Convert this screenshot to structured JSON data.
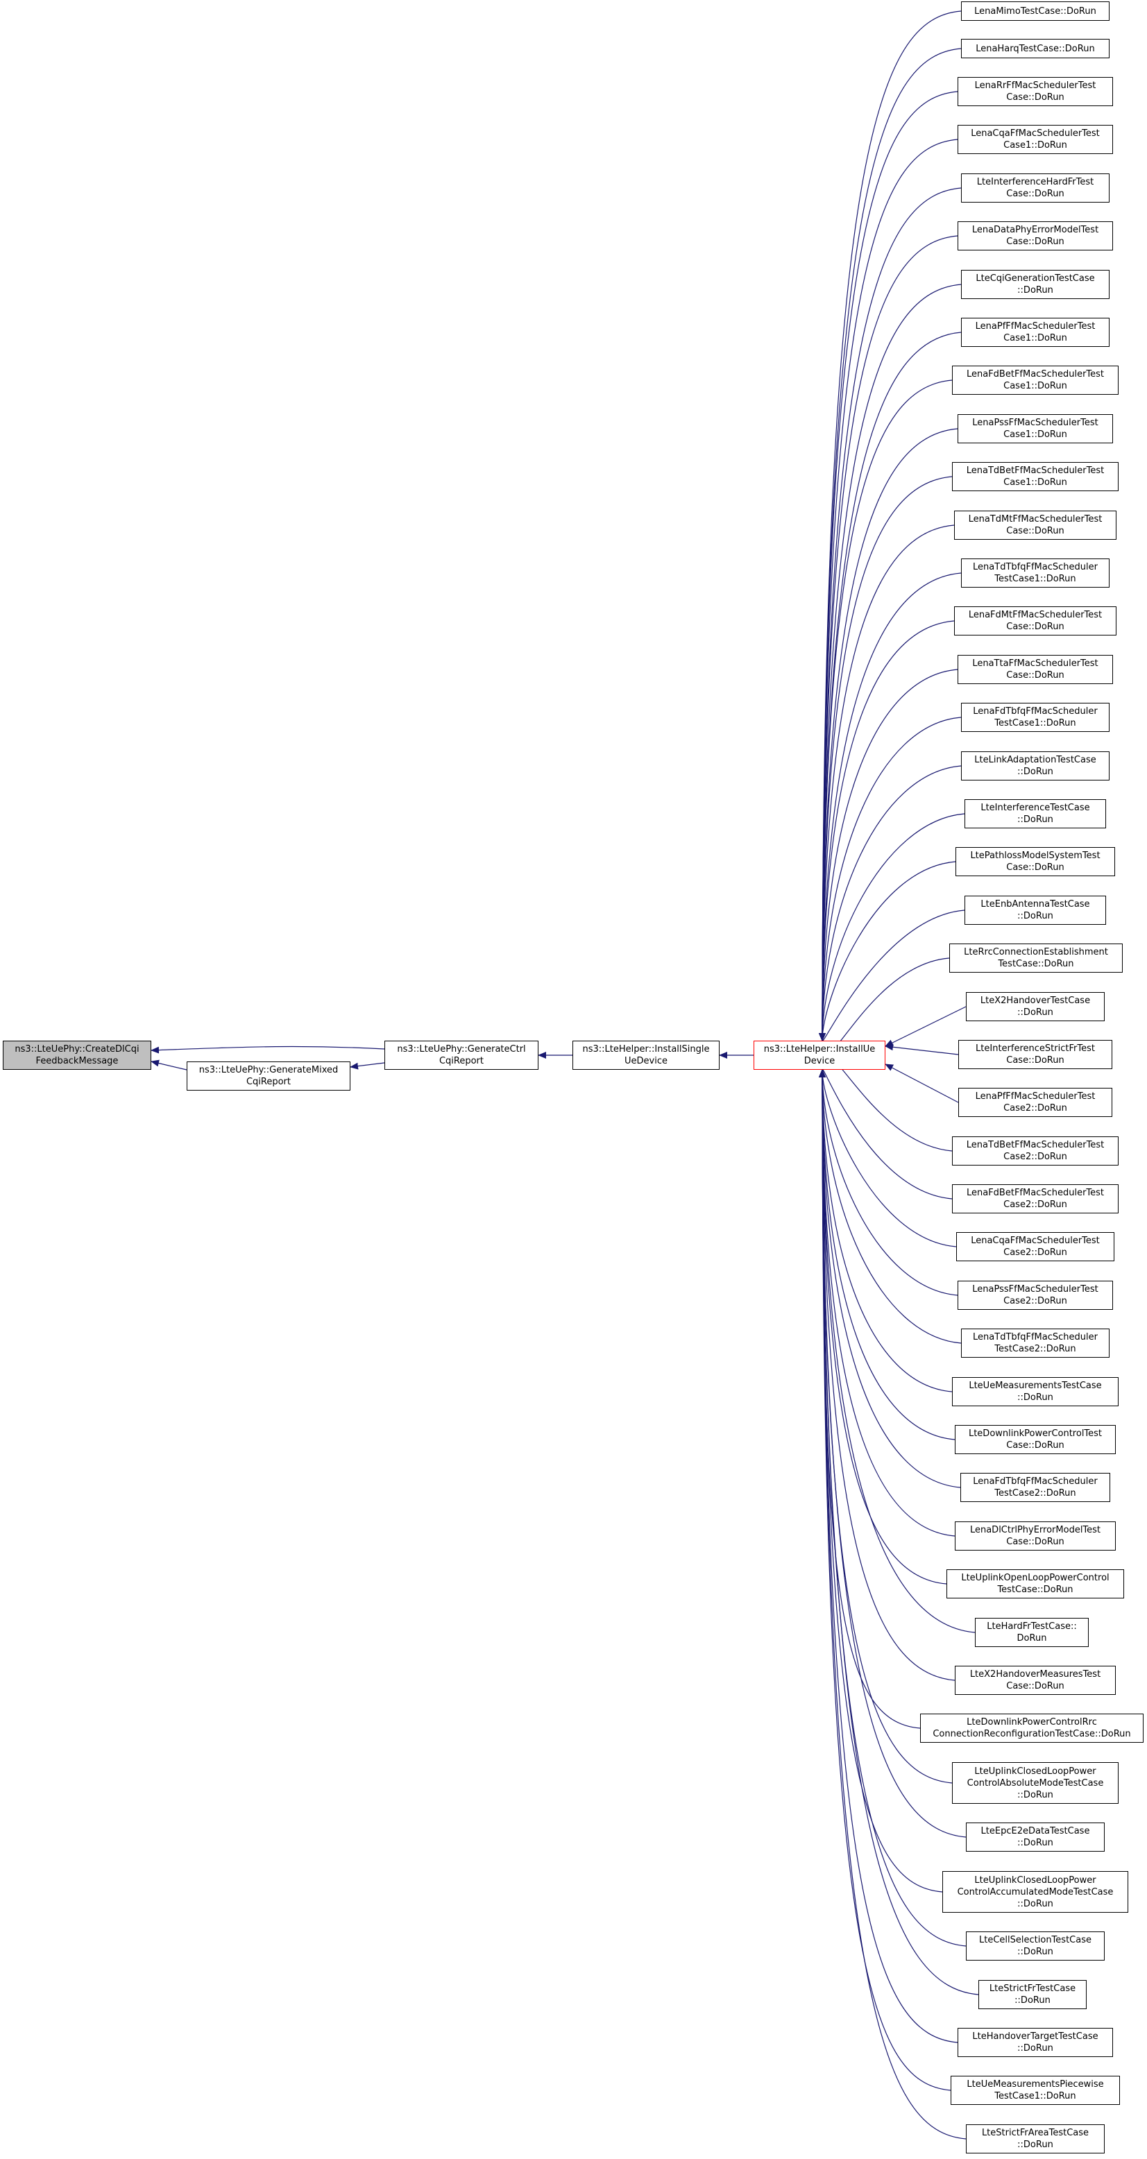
{
  "colors": {
    "edge": "#191970",
    "root_fill": "#bfbfbf",
    "focus_border": "#ff0000",
    "border": "#000000"
  },
  "nodes": {
    "root": "ns3::LteUePhy::CreateDlCqi\nFeedbackMessage",
    "mixed": "ns3::LteUePhy::GenerateMixed\nCqiReport",
    "ctrl": "ns3::LteUePhy::GenerateCtrl\nCqiReport",
    "single": "ns3::LteHelper::InstallSingle\nUeDevice",
    "install": "ns3::LteHelper::InstallUe\nDevice"
  },
  "callers": [
    "LenaMimoTestCase::DoRun",
    "LenaHarqTestCase::DoRun",
    "LenaRrFfMacSchedulerTest\nCase::DoRun",
    "LenaCqaFfMacSchedulerTest\nCase1::DoRun",
    "LteInterferenceHardFrTest\nCase::DoRun",
    "LenaDataPhyErrorModelTest\nCase::DoRun",
    "LteCqiGenerationTestCase\n::DoRun",
    "LenaPfFfMacSchedulerTest\nCase1::DoRun",
    "LenaFdBetFfMacSchedulerTest\nCase1::DoRun",
    "LenaPssFfMacSchedulerTest\nCase1::DoRun",
    "LenaTdBetFfMacSchedulerTest\nCase1::DoRun",
    "LenaTdMtFfMacSchedulerTest\nCase::DoRun",
    "LenaTdTbfqFfMacScheduler\nTestCase1::DoRun",
    "LenaFdMtFfMacSchedulerTest\nCase::DoRun",
    "LenaTtaFfMacSchedulerTest\nCase::DoRun",
    "LenaFdTbfqFfMacScheduler\nTestCase1::DoRun",
    "LteLinkAdaptationTestCase\n::DoRun",
    "LteInterferenceTestCase\n::DoRun",
    "LtePathlossModelSystemTest\nCase::DoRun",
    "LteEnbAntennaTestCase\n::DoRun",
    "LteRrcConnectionEstablishment\nTestCase::DoRun",
    "LteX2HandoverTestCase\n::DoRun",
    "LteInterferenceStrictFrTest\nCase::DoRun",
    "LenaPfFfMacSchedulerTest\nCase2::DoRun",
    "LenaTdBetFfMacSchedulerTest\nCase2::DoRun",
    "LenaFdBetFfMacSchedulerTest\nCase2::DoRun",
    "LenaCqaFfMacSchedulerTest\nCase2::DoRun",
    "LenaPssFfMacSchedulerTest\nCase2::DoRun",
    "LenaTdTbfqFfMacScheduler\nTestCase2::DoRun",
    "LteUeMeasurementsTestCase\n::DoRun",
    "LteDownlinkPowerControlTest\nCase::DoRun",
    "LenaFdTbfqFfMacScheduler\nTestCase2::DoRun",
    "LenaDlCtrlPhyErrorModelTest\nCase::DoRun",
    "LteUplinkOpenLoopPowerControl\nTestCase::DoRun",
    "LteHardFrTestCase::\nDoRun",
    "LteX2HandoverMeasuresTest\nCase::DoRun",
    "LteDownlinkPowerControlRrc\nConnectionReconfigurationTestCase::DoRun",
    "LteUplinkClosedLoopPower\nControlAbsoluteModeTestCase\n::DoRun",
    "LteEpcE2eDataTestCase\n::DoRun",
    "LteUplinkClosedLoopPower\nControlAccumulatedModeTestCase\n::DoRun",
    "LteCellSelectionTestCase\n::DoRun",
    "LteStrictFrTestCase\n::DoRun",
    "LteHandoverTargetTestCase\n::DoRun",
    "LteUeMeasurementsPiecewise\nTestCase1::DoRun",
    "LteStrictFrAreaTestCase\n::DoRun"
  ]
}
